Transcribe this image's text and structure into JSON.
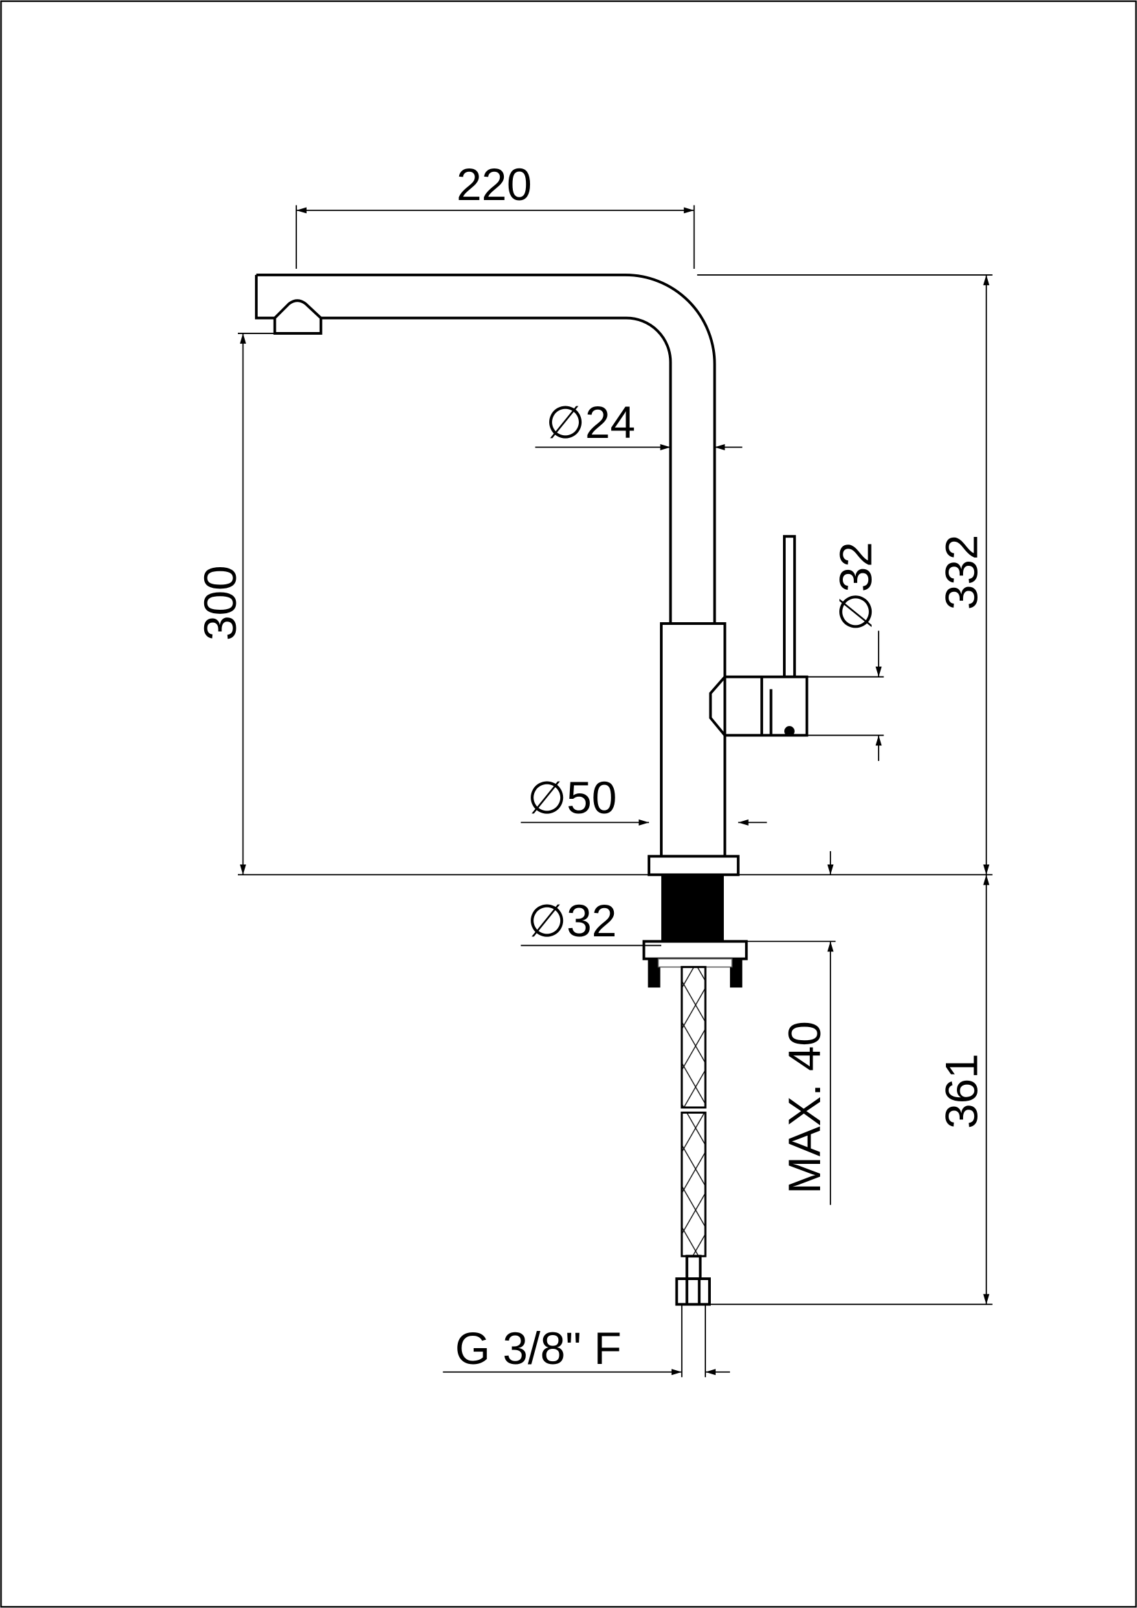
{
  "drawing": {
    "dimensions": {
      "spout_reach": "220",
      "spout_height": "300",
      "total_height": "332",
      "spout_diameter": "∅24",
      "handle_diameter": "∅32",
      "body_diameter": "∅50",
      "shank_diameter": "∅32",
      "max_deck_thickness": "MAX. 40",
      "hose_length": "361",
      "connection": "G 3/8\" F"
    }
  }
}
